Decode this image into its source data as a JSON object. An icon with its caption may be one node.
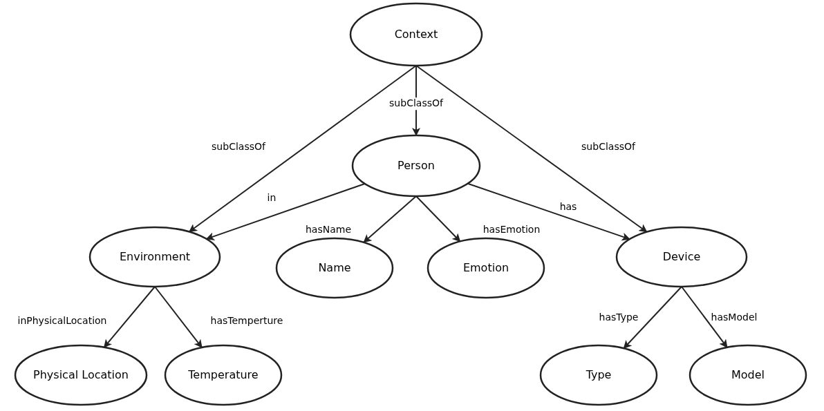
{
  "diagram": {
    "nodes": [
      {
        "text": [
          "Context"
        ]
      },
      {
        "text": [
          "Person"
        ]
      },
      {
        "text": [
          "Environment"
        ]
      },
      {
        "text": [
          "Name"
        ]
      },
      {
        "text": [
          "Emotion"
        ]
      },
      {
        "text": [
          "Device"
        ]
      },
      {
        "text": [
          "Physical Location"
        ]
      },
      {
        "text": [
          "Temperature"
        ]
      },
      {
        "text": [
          "Type"
        ]
      },
      {
        "text": [
          "Model"
        ]
      }
    ],
    "edges": [
      {
        "from": 0,
        "to": 2,
        "arrow": "to",
        "label": "subClassOf"
      },
      {
        "from": 0,
        "to": 1,
        "arrow": "to",
        "label": "subClassOf"
      },
      {
        "from": 0,
        "to": 5,
        "arrow": "to",
        "label": "subClassOf"
      },
      {
        "from": 1,
        "to": 2,
        "arrow": "to",
        "label": "in"
      },
      {
        "from": 1,
        "to": 3,
        "arrow": "to",
        "label": "hasName"
      },
      {
        "from": 1,
        "to": 4,
        "arrow": "to",
        "label": "hasEmotion"
      },
      {
        "from": 1,
        "to": 5,
        "arrow": "to",
        "label": "has"
      },
      {
        "from": 2,
        "to": 6,
        "arrow": "to",
        "label": "inPhysicalLocation"
      },
      {
        "from": 2,
        "to": 7,
        "arrow": "to",
        "label": "hasTemperture"
      },
      {
        "from": 5,
        "to": 8,
        "arrow": "to",
        "label": "hasType"
      },
      {
        "from": 5,
        "to": 9,
        "arrow": "to",
        "label": "hasModel"
      }
    ]
  }
}
